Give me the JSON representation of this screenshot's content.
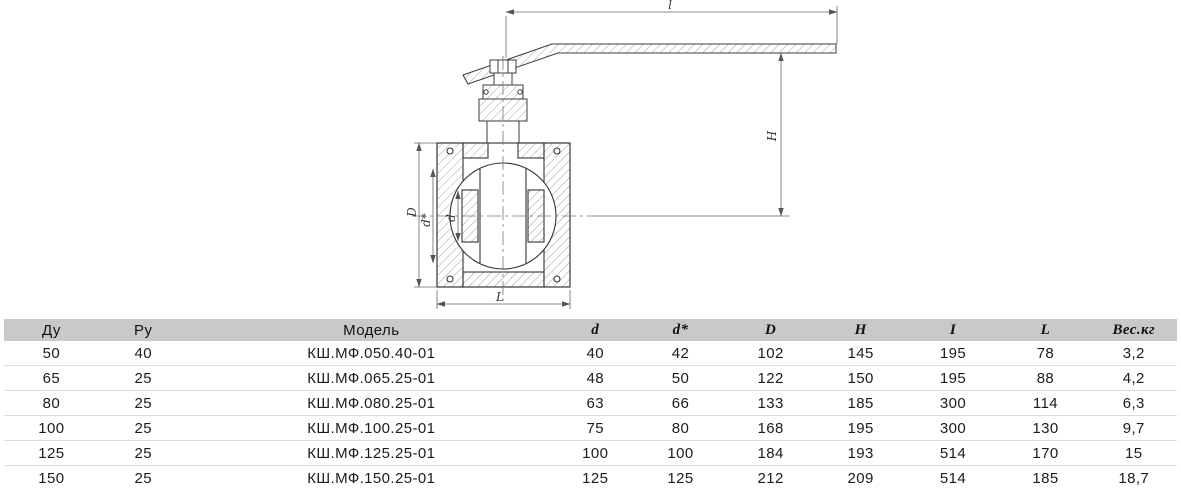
{
  "drawing": {
    "labels": {
      "l": "l",
      "H": "H",
      "D": "D",
      "d_star": "d*",
      "d": "d",
      "L": "L"
    }
  },
  "table": {
    "headers": [
      "Ду",
      "Ру",
      "Модель",
      "d",
      "d*",
      "D",
      "H",
      "I",
      "L",
      "Вес.кг"
    ],
    "rows": [
      [
        "50",
        "40",
        "КШ.МФ.050.40-01",
        "40",
        "42",
        "102",
        "145",
        "195",
        "78",
        "3,2"
      ],
      [
        "65",
        "25",
        "КШ.МФ.065.25-01",
        "48",
        "50",
        "122",
        "150",
        "195",
        "88",
        "4,2"
      ],
      [
        "80",
        "25",
        "КШ.МФ.080.25-01",
        "63",
        "66",
        "133",
        "185",
        "300",
        "114",
        "6,3"
      ],
      [
        "100",
        "25",
        "КШ.МФ.100.25-01",
        "75",
        "80",
        "168",
        "195",
        "300",
        "130",
        "9,7"
      ],
      [
        "125",
        "25",
        "КШ.МФ.125.25-01",
        "100",
        "100",
        "184",
        "193",
        "514",
        "170",
        "15"
      ],
      [
        "150",
        "25",
        "КШ.МФ.150.25-01",
        "125",
        "125",
        "212",
        "209",
        "514",
        "185",
        "18,7"
      ]
    ]
  }
}
